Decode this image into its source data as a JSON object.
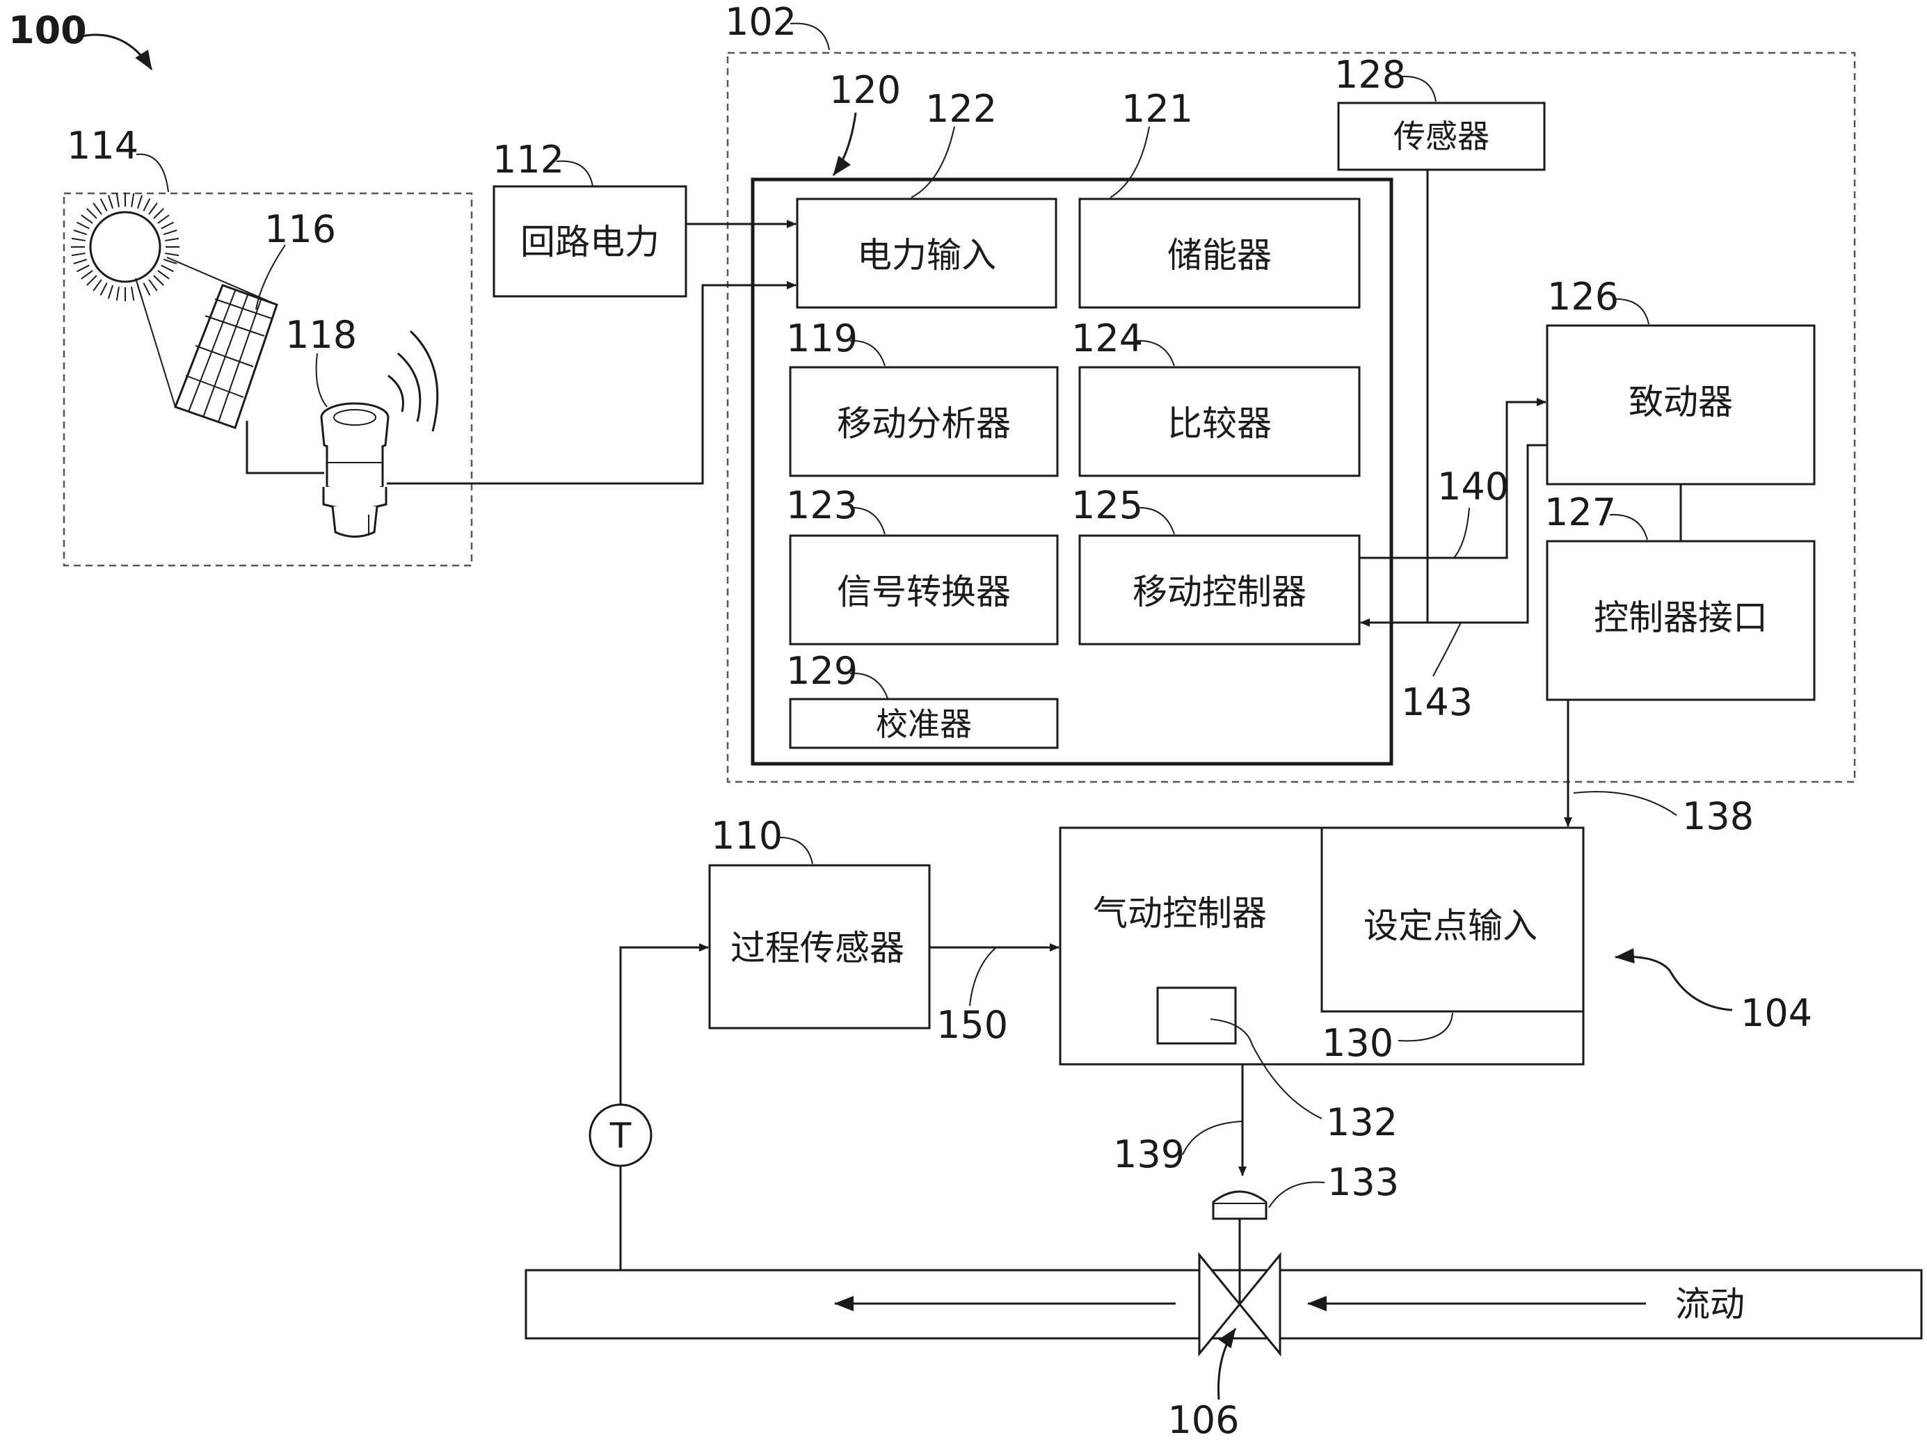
{
  "figure_label": "100",
  "refs": {
    "r102": "102",
    "r104": "104",
    "r106": "106",
    "r110": "110",
    "r112": "112",
    "r114": "114",
    "r116": "116",
    "r118": "118",
    "r119": "119",
    "r120": "120",
    "r121": "121",
    "r122": "122",
    "r123": "123",
    "r124": "124",
    "r125": "125",
    "r126": "126",
    "r127": "127",
    "r128": "128",
    "r129": "129",
    "r130": "130",
    "r132": "132",
    "r133": "133",
    "r138": "138",
    "r139": "139",
    "r140": "140",
    "r143": "143",
    "r150": "150"
  },
  "blocks": {
    "loop_power": "回路电力",
    "power_input": "电力输入",
    "energy_storage": "储能器",
    "motion_analyzer": "移动分析器",
    "comparator": "比较器",
    "signal_converter": "信号转换器",
    "motion_controller": "移动控制器",
    "calibrator": "校准器",
    "sensor": "传感器",
    "actuator": "致动器",
    "controller_interface": "控制器接口",
    "process_sensor": "过程传感器",
    "pneumatic_controller": "气动控制器",
    "setpoint_input": "设定点输入",
    "flow": "流动",
    "temp_symbol": "T"
  },
  "colors": {
    "line": "#1a1a1a",
    "dashed": "#555555",
    "background": "#ffffff"
  }
}
